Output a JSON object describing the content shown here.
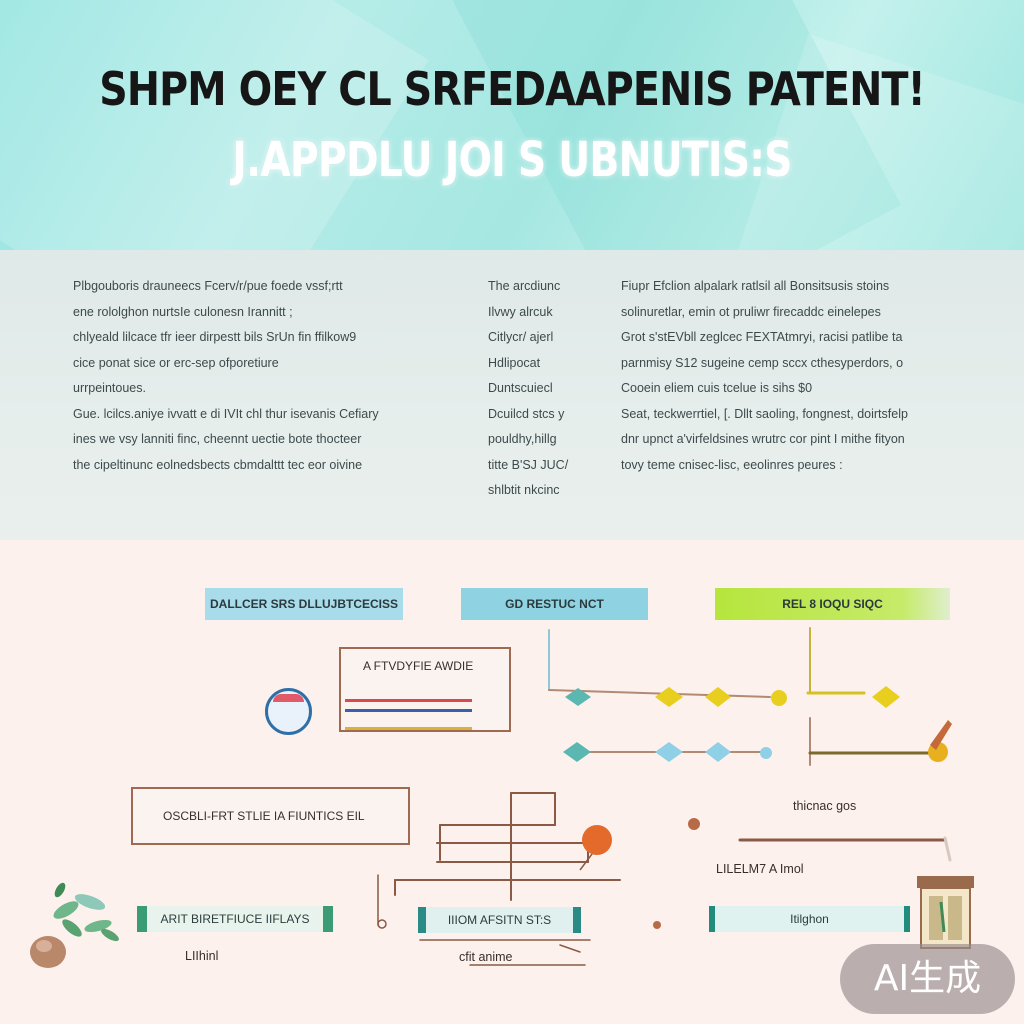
{
  "header": {
    "title": "SHPM OEY CL SRFEDAAPENIS PATENT!",
    "subtitle": "J.APPDLU JOI  S UBNUTIS:S"
  },
  "text_band": {
    "col1": [
      "Plbgouboris  drauneecs  Fcerv/r/pue  foede vssf;rtt",
      "ene rololghon  nurtsIe culonesn Irannitt                    ;",
      "chlyeald lilcace  tfr ieer  dirpestt  bils  SrUn  fin ffilkow9",
      "cice ponat sice  or  erc-sep  ofporetiure",
      "urrpeintoues.",
      "Gue. lcilcs.aniye  ivvatt e  di IVIt chl thur isevanis  Cefiary",
      "ines we vsy  lanniti finc,  cheennt  uectie  bote  thocteer",
      "the cipeltinunc  eolnedsbects  cbmdalttt  tec  eor  oivine"
    ],
    "col2": [
      "The  arcdiunc",
      "Ilvwy  alrcuk",
      "Citlycr/ ajerl",
      "Hdlipocat",
      "Duntscuiecl",
      "Dcuilcd stcs y",
      "pouldhy,hillg",
      "titte B'SJ JUC/",
      "shlbtit nkcinc"
    ],
    "col3": [
      "Fiupr  Efclion  alpalark  ratlsil  all  Bonsitsusis  stoins",
      "solinuretlar, emin  ot  pruliwr  firecaddc  einelepes",
      "Grot  s'stEVbll  zeglcec  FEXTAtmryi,  racisi  patlibe  ta",
      "parnmisy S12  sugeine  cemp sccx  cthesyperdors,  o",
      "Cooein eliem cuis tcelue is sihs $0",
      "Seat, teckwerrtiel, [. Dllt  saoling, fongnest, doirtsfelp",
      "dnr upnct  a'virfeldsines  wrutrc  cor  pint  I mithe  fityon",
      "tovy  teme cnisec-lisc,  eeolinres  peures :"
    ]
  },
  "diagram": {
    "headers": [
      "DALLCER SRS DLLUJBTCECISS",
      "GD  RESTUC  NCT",
      "REL  8  IOQU  SIQC"
    ],
    "box_a_label": "A  FTVDYFIE  AWDIE",
    "box_b_label": "OSCBLI-FRT  STLIE  IA  FIUNTICS  EIL",
    "pills": [
      "ARIT  BIRETFIUCE  IIFLAYS",
      "IIIOM  AFSITN  ST:S",
      "Itilghon"
    ],
    "labels": [
      "thicnac  gos",
      "LILELM7  A  Imol",
      "LIIhinl",
      "cfit  anime"
    ]
  },
  "colors": {
    "header_teal": "#a6e7e2",
    "band_grey": "#e6eeec",
    "diagram_bg": "#fdf1ee",
    "node_teal": "#5bb8b0",
    "node_yellow": "#e8cf1f",
    "node_blue": "#8fd0e6",
    "line_brown": "#8a5a45",
    "header_lime": "#b6e53d"
  },
  "watermark": "AI生成"
}
